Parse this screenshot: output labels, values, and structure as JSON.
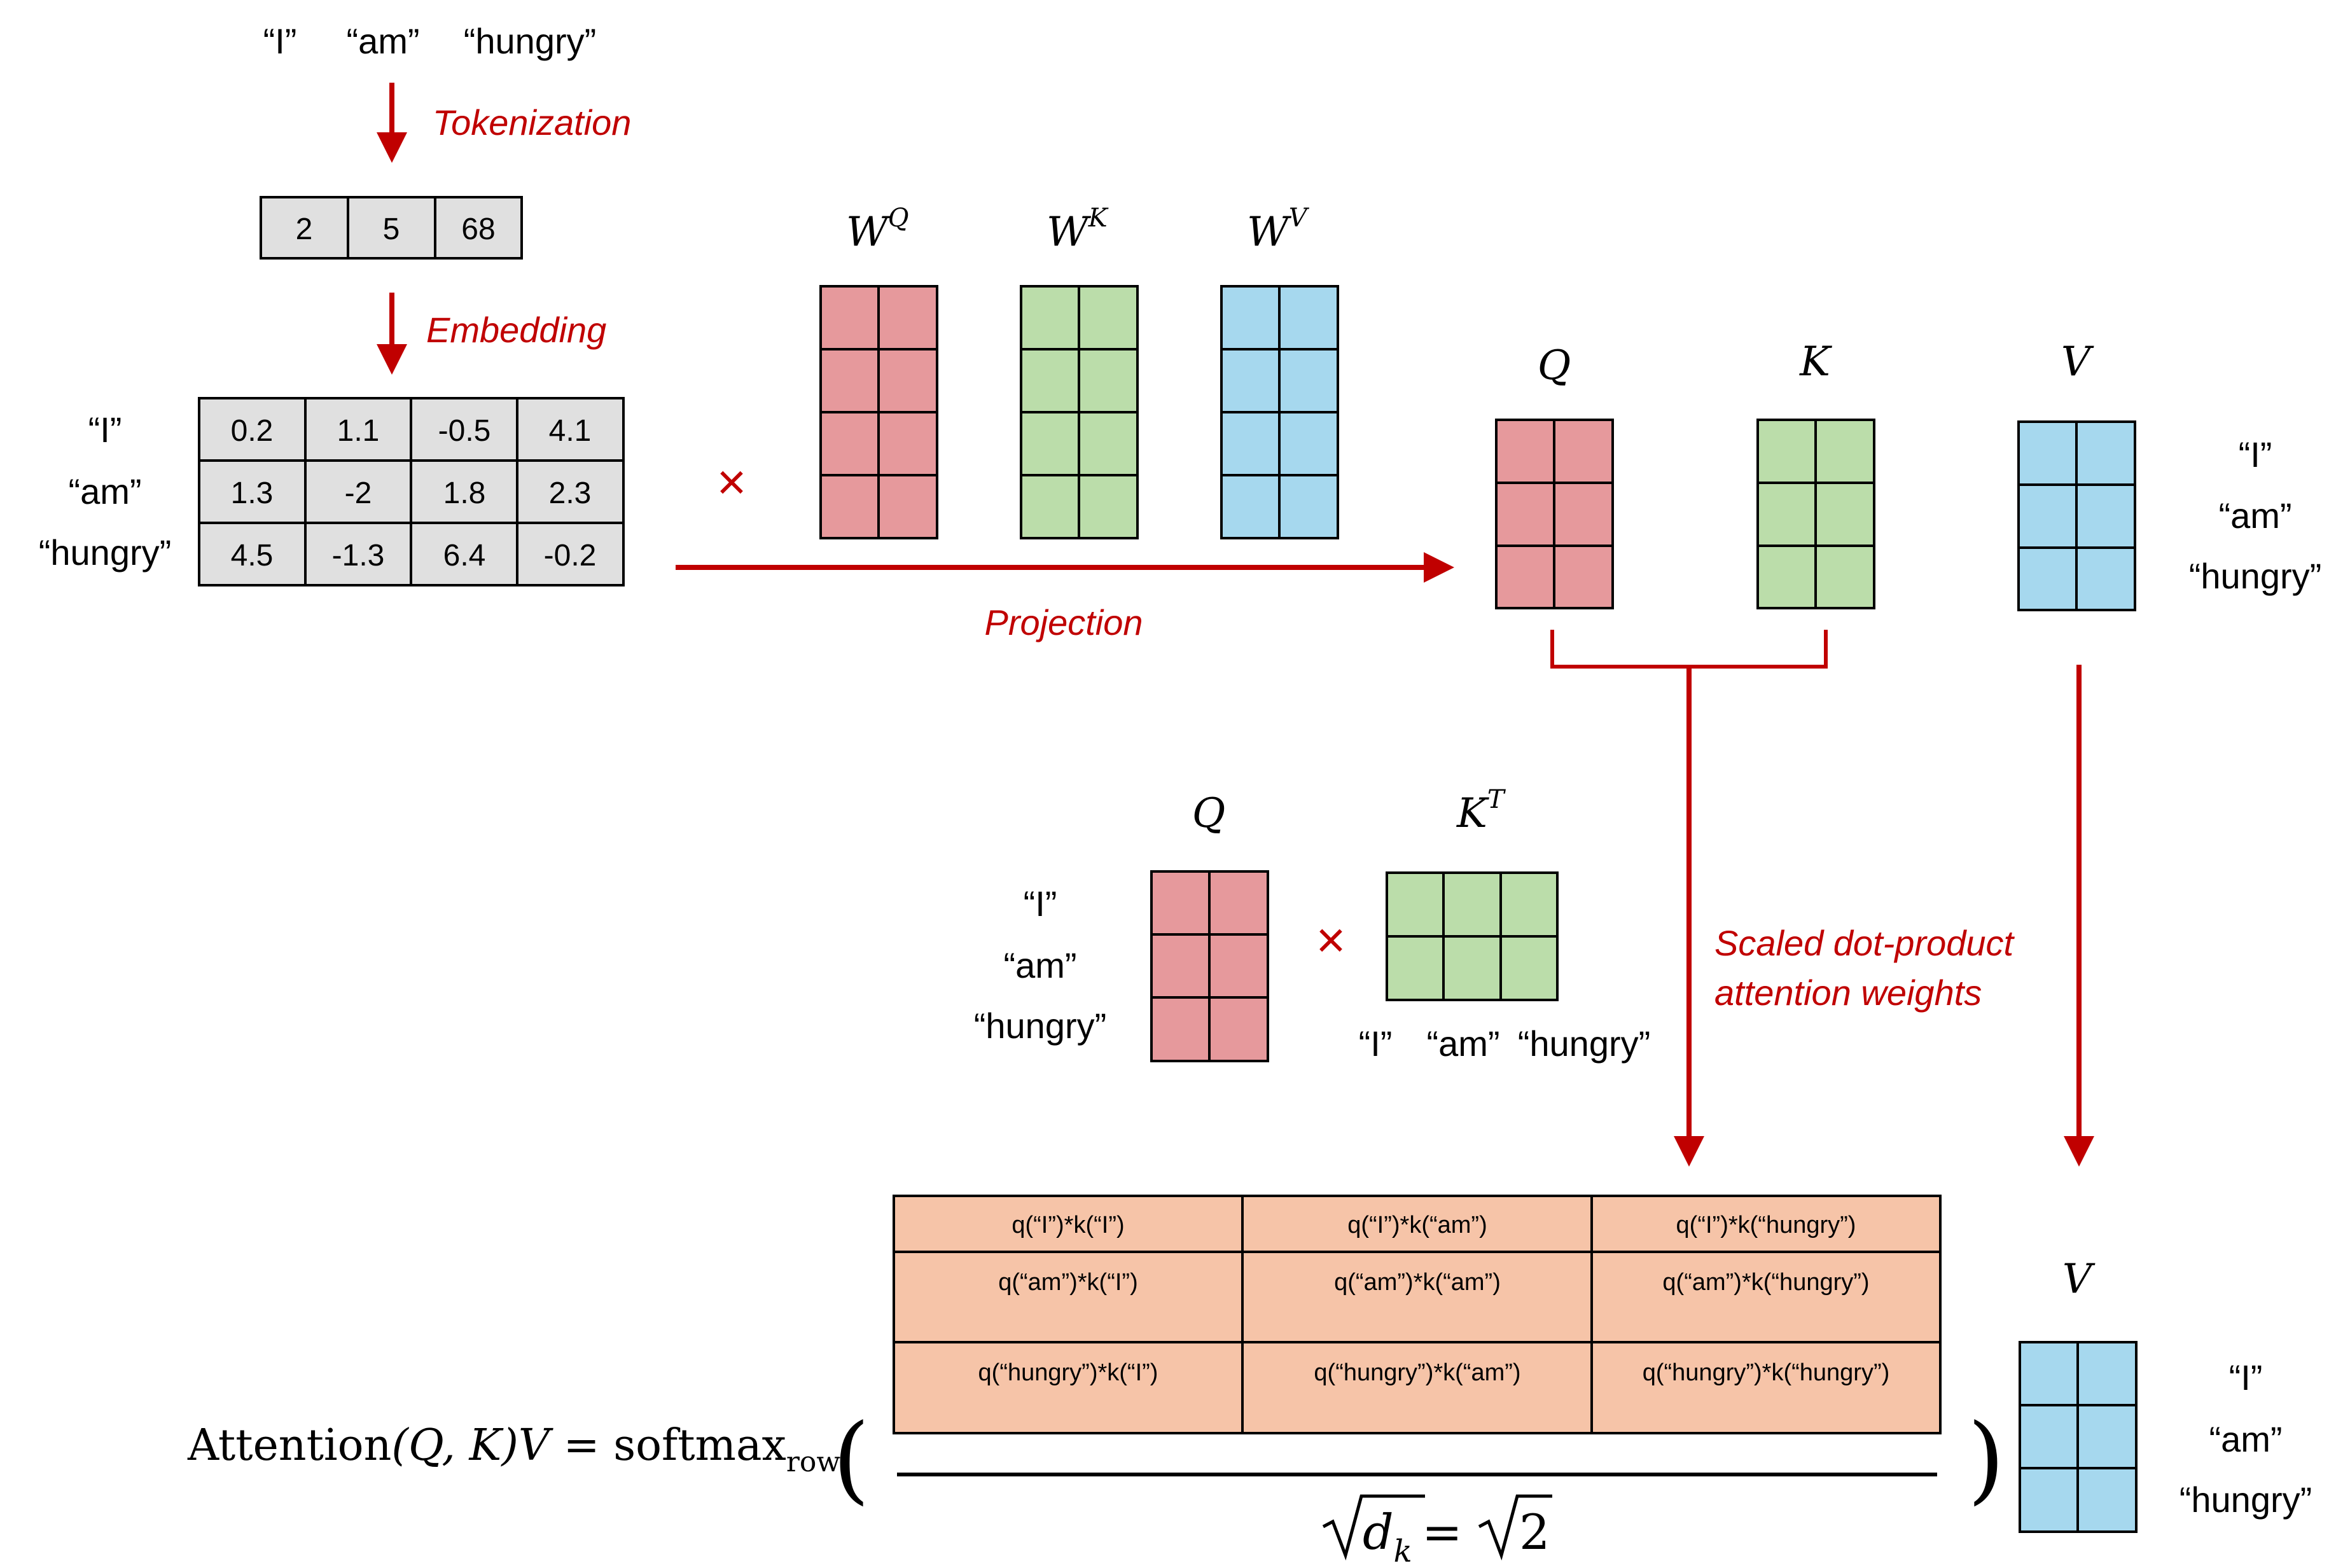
{
  "tokens": [
    "“I”",
    "“am”",
    "“hungry”"
  ],
  "token_ids": [
    "2",
    "5",
    "68"
  ],
  "steps": {
    "tokenization": "Tokenization",
    "embedding": "Embedding",
    "projection": "Projection",
    "attention_line1": "Scaled dot-product",
    "attention_line2": "attention weights"
  },
  "embedding_rows": [
    [
      "0.2",
      "1.1",
      "-0.5",
      "4.1"
    ],
    [
      "1.3",
      "-2",
      "1.8",
      "2.3"
    ],
    [
      "4.5",
      "-1.3",
      "6.4",
      "-0.2"
    ]
  ],
  "times_symbol": "×",
  "weights": {
    "q": {
      "base": "W",
      "sup": "Q",
      "color": "#e6999c"
    },
    "k": {
      "base": "W",
      "sup": "K",
      "color": "#bbddaa"
    },
    "v": {
      "base": "W",
      "sup": "V",
      "color": "#a6d8ee"
    }
  },
  "matrices": {
    "q": "Q",
    "k": "K",
    "v": "V",
    "kt_base": "K",
    "kt_sup": "T"
  },
  "score_cells": [
    [
      "q(“I”)*k(“I”)",
      "q(“I”)*k(“am”)",
      "q(“I”)*k(“hungry”)"
    ],
    [
      "q(“am”)*k(“I”)",
      "q(“am”)*k(“am”)",
      "q(“am”)*k(“hungry”)"
    ],
    [
      "q(“hungry”)*k(“I”)",
      "q(“hungry”)*k(“am”)",
      "q(“hungry”)*k(“hungry”)"
    ]
  ],
  "score_color": "#f6c4a8",
  "formula": {
    "lhs_word": "Attention",
    "lhs_args": "(Q, K)V = ",
    "softmax": "softmax",
    "softmax_sub": "row",
    "open_paren": "(",
    "close_paren": ")",
    "denominator_d": "d",
    "denominator_sub": "k",
    "denominator_rest": " = ",
    "denominator_value": "2"
  },
  "colors": {
    "arrow": "#c00000",
    "matrix_gray": "#e0e0e0"
  }
}
